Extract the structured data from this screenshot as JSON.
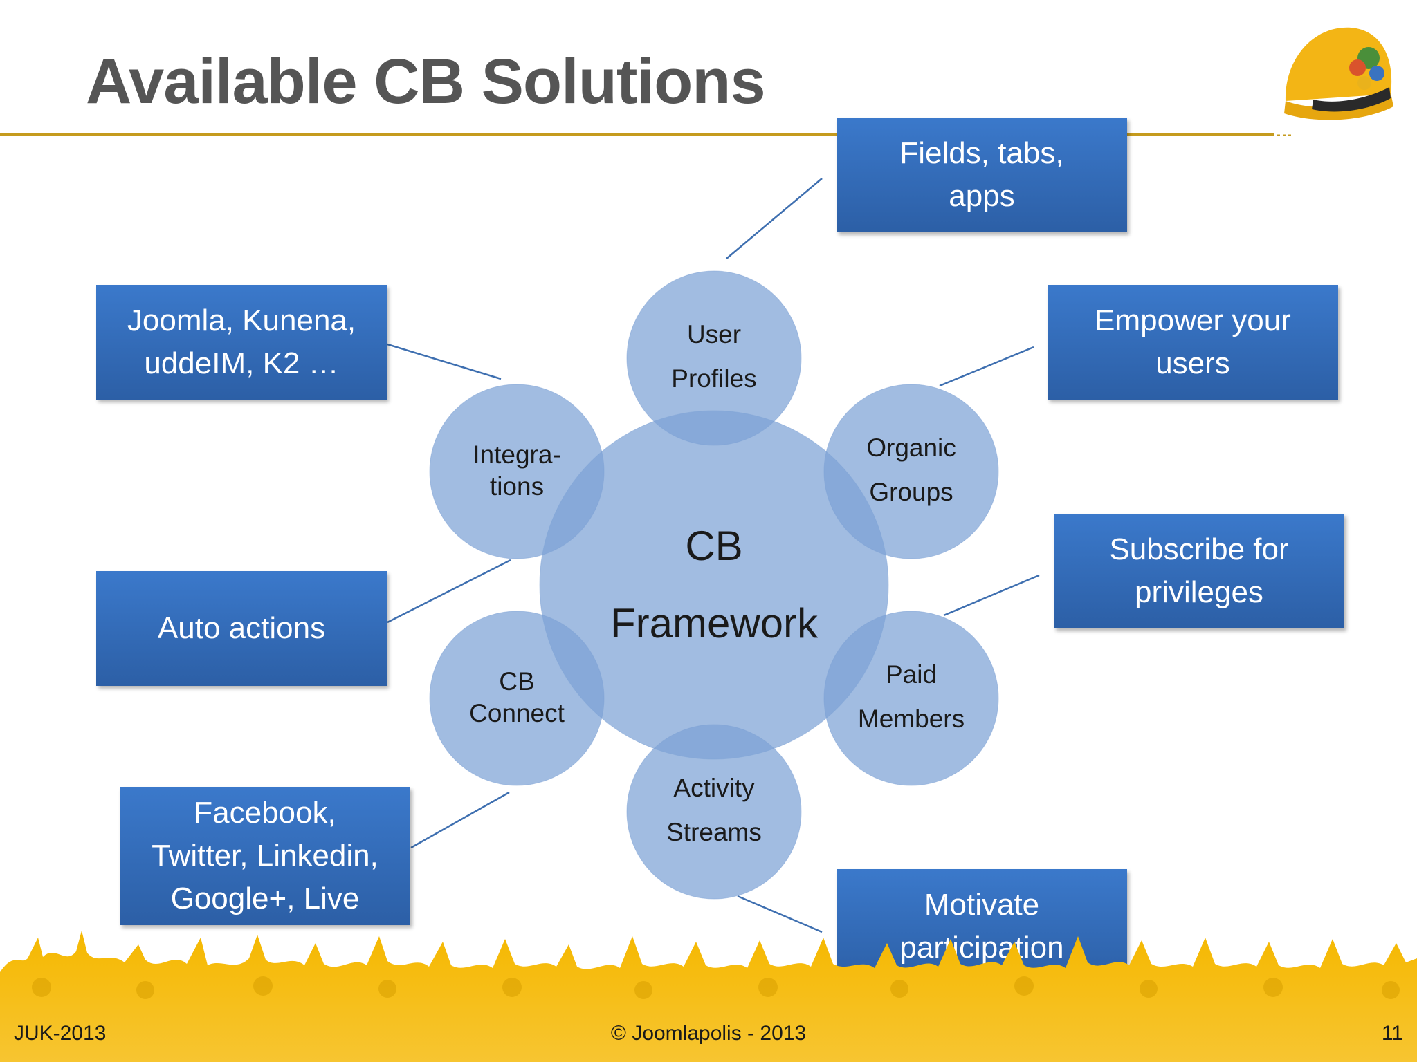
{
  "slide": {
    "title": "Available CB Solutions",
    "footer_left": "JUK-2013",
    "footer_center": "© Joomlapolis - 2013",
    "page_number": "11"
  },
  "diagram": {
    "center": {
      "line1": "CB",
      "line2": "Framework"
    },
    "nodes": [
      {
        "id": "user-profiles",
        "line1": "User",
        "line2": "Profiles"
      },
      {
        "id": "organic-groups",
        "line1": "Organic",
        "line2": "Groups"
      },
      {
        "id": "paid-members",
        "line1": "Paid",
        "line2": "Members"
      },
      {
        "id": "activity-streams",
        "line1": "Activity",
        "line2": "Streams"
      },
      {
        "id": "cb-connect",
        "line1": "CB",
        "line2": "Connect"
      },
      {
        "id": "integrations",
        "line1": "Integra-",
        "line2": "tions"
      }
    ],
    "callouts": [
      {
        "id": "fields-tabs-apps",
        "line1": "Fields, tabs,",
        "line2": "apps"
      },
      {
        "id": "empower-users",
        "line1": "Empower your",
        "line2": "users"
      },
      {
        "id": "subscribe-privileges",
        "line1": "Subscribe for",
        "line2": "privileges"
      },
      {
        "id": "motivate-participation",
        "line1": "Motivate",
        "line2": "participation"
      },
      {
        "id": "joomla-kunena",
        "line1": "Joomla, Kunena,",
        "line2": "uddeIM, K2 …"
      },
      {
        "id": "auto-actions",
        "line1": "Auto actions"
      },
      {
        "id": "social-networks",
        "line1": "Facebook,",
        "line2": "Twitter, Linkedin,",
        "line3": "Google+, Live"
      }
    ]
  },
  "colors": {
    "accent_gold": "#c59b1e",
    "box_blue": "#3b79cb",
    "circle_blue": "#7da2d6",
    "crowd_yellow": "#f5b800"
  },
  "icons": {
    "logo": "construction-helmet-icon"
  }
}
